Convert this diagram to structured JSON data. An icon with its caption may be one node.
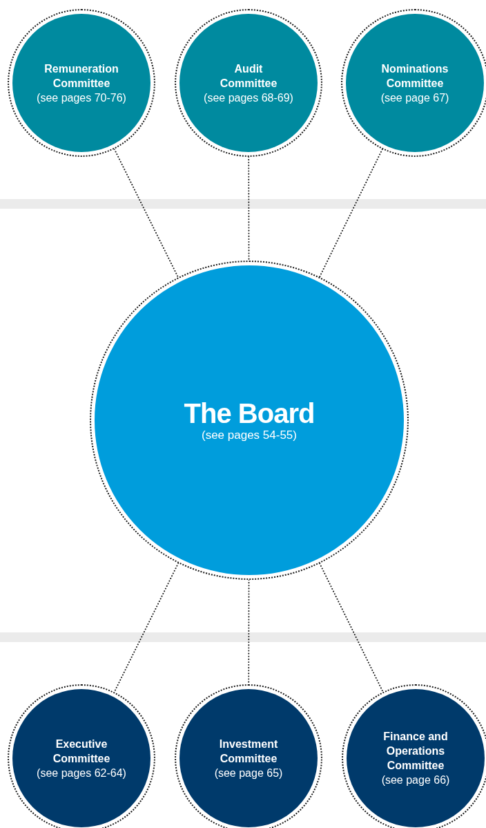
{
  "diagram": {
    "nodes": [
      {
        "text": [
          "Remuneration Committee",
          "(see pages 70-76)"
        ]
      },
      {
        "text": [
          "Audit Committee",
          "(see pages 68-69)"
        ]
      },
      {
        "text": [
          "Nominations Committee",
          "(see page 67)"
        ]
      },
      {
        "text": [
          "The Board",
          "(see pages 54-55)"
        ]
      },
      {
        "text": [
          "Executive Committee",
          "(see pages 62-64)"
        ]
      },
      {
        "text": [
          "Investment Committee",
          "(see page 65)"
        ]
      },
      {
        "text": [
          "Finance and Operations Committee",
          "(see page 66)"
        ]
      }
    ],
    "edges": [
      {
        "from": 0,
        "to": 3,
        "arrow": "none",
        "style": "dashed"
      },
      {
        "from": 1,
        "to": 3,
        "arrow": "none",
        "style": "dashed"
      },
      {
        "from": 2,
        "to": 3,
        "arrow": "none",
        "style": "dashed"
      },
      {
        "from": 3,
        "to": 4,
        "arrow": "none",
        "style": "dashed"
      },
      {
        "from": 3,
        "to": 5,
        "arrow": "none",
        "style": "dashed"
      },
      {
        "from": 3,
        "to": 6,
        "arrow": "none",
        "style": "dashed"
      }
    ]
  }
}
